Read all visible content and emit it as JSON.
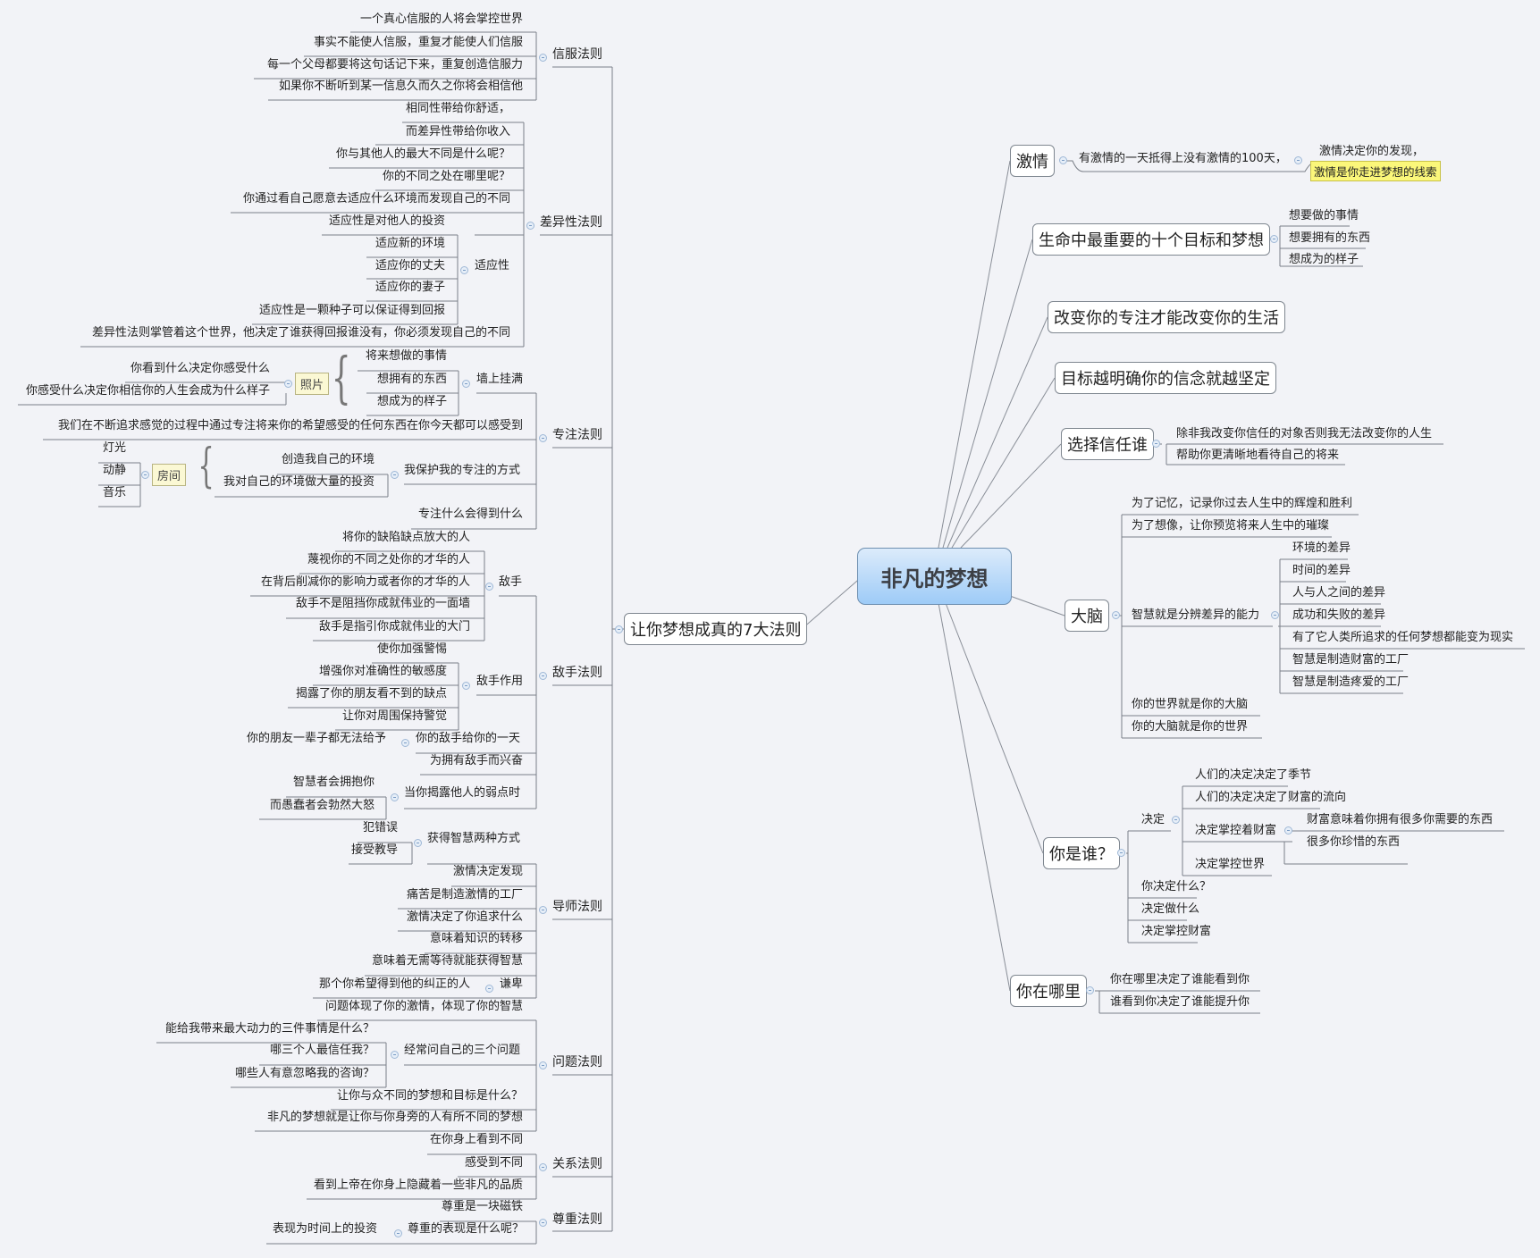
{
  "root": "非凡的梦想",
  "left": {
    "title": "让你梦想成真的7大法则",
    "laws": [
      {
        "label": "信服法则",
        "items": [
          "一个真心信服的人将会掌控世界",
          "事实不能使人信服，重复才能使人们信服",
          "每一个父母都要将这句话记下来，重复创造信服力",
          "如果你不断听到某一信息久而久之你将会相信他"
        ]
      },
      {
        "label": "差异性法则",
        "items": [
          "相同性带给你舒适，",
          "而差异性带给你收入",
          "你与其他人的最大不同是什么呢？",
          "你的不同之处在哪里呢？",
          "你通过看自己愿意去适应什么环境而发现自己的不同",
          "差异性法则掌管着这个世界，他决定了谁获得回报谁没有，你必须发现自己的不同"
        ],
        "sub": {
          "label": "适应性",
          "items": [
            "适应性是对他人的投资",
            "适应新的环境",
            "适应你的丈夫",
            "适应你的妻子",
            "适应性是一颗种子可以保证得到回报"
          ]
        }
      },
      {
        "label": "专注法则",
        "wall": {
          "label": "墙上挂满",
          "items": [
            "将来想做的事情",
            "想拥有的东西",
            "想成为的样子"
          ],
          "note": "照片",
          "note_items": [
            "你看到什么决定你感受什么",
            "你感受什么决定你相信你的人生会成为什么样子"
          ]
        },
        "statement": "我们在不断追求感觉的过程中通过专注将来你的希望感受的任何东西在你今天都可以感受到",
        "protect": {
          "label": "我保护我的专注的方式",
          "items": [
            "创造我自己的环境",
            "我对自己的环境做大量的投资"
          ],
          "note": "房间",
          "note_items": [
            "灯光",
            "动静",
            "音乐"
          ]
        },
        "last": "专注什么会得到什么"
      },
      {
        "label": "敌手法则",
        "enemy": {
          "label": "敌手",
          "items": [
            "将你的缺陷缺点放大的人",
            "蔑视你的不同之处你的才华的人",
            "在背后削减你的影响力或者你的才华的人",
            "敌手不是阻挡你成就伟业的一面墙",
            "敌手是指引你成就伟业的大门"
          ]
        },
        "effect": {
          "label": "敌手作用",
          "items": [
            "使你加强警惕",
            "增强你对准确性的敏感度",
            "揭露了你的朋友看不到的缺点",
            "让你对周围保持警觉"
          ]
        },
        "day": {
          "label": "你的敌手给你的一天",
          "items": [
            "你的朋友一辈子都无法给予"
          ]
        },
        "excited": "为拥有敌手而兴奋",
        "expose": {
          "label": "当你揭露他人的弱点时",
          "items": [
            "智慧者会拥抱你",
            "而愚蠢者会勃然大怒"
          ]
        }
      },
      {
        "label": "导师法则",
        "wisdom": {
          "label": "获得智慧两种方式",
          "items": [
            "犯错误",
            "接受教导"
          ]
        },
        "items": [
          "激情决定发现",
          "痛苦是制造激情的工厂",
          "激情决定了你追求什么",
          "意味着知识的转移",
          "意味着无需等待就能获得智慧"
        ],
        "humble": {
          "label": "谦卑",
          "items": [
            "那个你希望得到他的纠正的人"
          ]
        }
      },
      {
        "label": "问题法则",
        "first": "问题体现了你的激情，体现了你的智慧",
        "three": {
          "label": "经常问自己的三个问题",
          "items": [
            "能给我带来最大动力的三件事情是什么？",
            "哪三个人最信任我？",
            "哪些人有意忽略我的咨询？"
          ]
        },
        "items": [
          "让你与众不同的梦想和目标是什么？",
          "非凡的梦想就是让你与你身旁的人有所不同的梦想"
        ]
      },
      {
        "label": "关系法则",
        "items": [
          "在你身上看到不同",
          "感受到不同",
          "看到上帝在你身上隐藏着一些非凡的品质"
        ]
      },
      {
        "label": "尊重法则",
        "first": "尊重是一块磁铁",
        "show": {
          "label": "尊重的表现是什么呢？",
          "items": [
            "表现为时间上的投资"
          ]
        }
      }
    ]
  },
  "right": {
    "passion": {
      "label": "激情",
      "child": "有激情的一天抵得上没有激情的100天，",
      "grand": "激情决定你的发现，",
      "highlight": "激情是你走进梦想的线索",
      "highlight_color": "#fbf77a"
    },
    "goals": {
      "label": "生命中最重要的十个目标和梦想",
      "items": [
        "想要做的事情",
        "想要拥有的东西",
        "想成为的样子"
      ]
    },
    "focus": {
      "label": "改变你的专注才能改变你的生活"
    },
    "belief": {
      "label": "目标越明确你的信念就越坚定"
    },
    "trust": {
      "label": "选择信任谁",
      "items": [
        "除非我改变你信任的对象否则我无法改变你的人生",
        "帮助你更清晰地看待自己的将来"
      ]
    },
    "brain": {
      "label": "大脑",
      "items": [
        "为了记忆，记录你过去人生中的辉煌和胜利",
        "为了想像，让你预览将来人生中的璀璨",
        "你的世界就是你的大脑",
        "你的大脑就是你的世界"
      ],
      "wisdom": {
        "label": "智慧就是分辨差异的能力",
        "items": [
          "环境的差异",
          "时间的差异",
          "人与人之间的差异",
          "成功和失败的差异",
          "有了它人类所追求的任何梦想都能变为现实",
          "智慧是制造财富的工厂",
          "智慧是制造疼爱的工厂"
        ]
      }
    },
    "who": {
      "label": "你是谁？",
      "decide": {
        "label": "决定",
        "items": [
          "人们的决定决定了季节",
          "人们的决定决定了财富的流向",
          "决定掌控世界"
        ],
        "wealth": {
          "label": "决定掌控着财富",
          "items": [
            "财富意味着你拥有很多你需要的东西",
            "很多你珍惜的东西"
          ]
        }
      },
      "items": [
        "你决定什么？",
        "决定做什么",
        "决定掌控财富"
      ]
    },
    "where": {
      "label": "你在哪里",
      "items": [
        "你在哪里决定了谁能看到你",
        "谁看到你决定了谁能提升你"
      ]
    }
  }
}
